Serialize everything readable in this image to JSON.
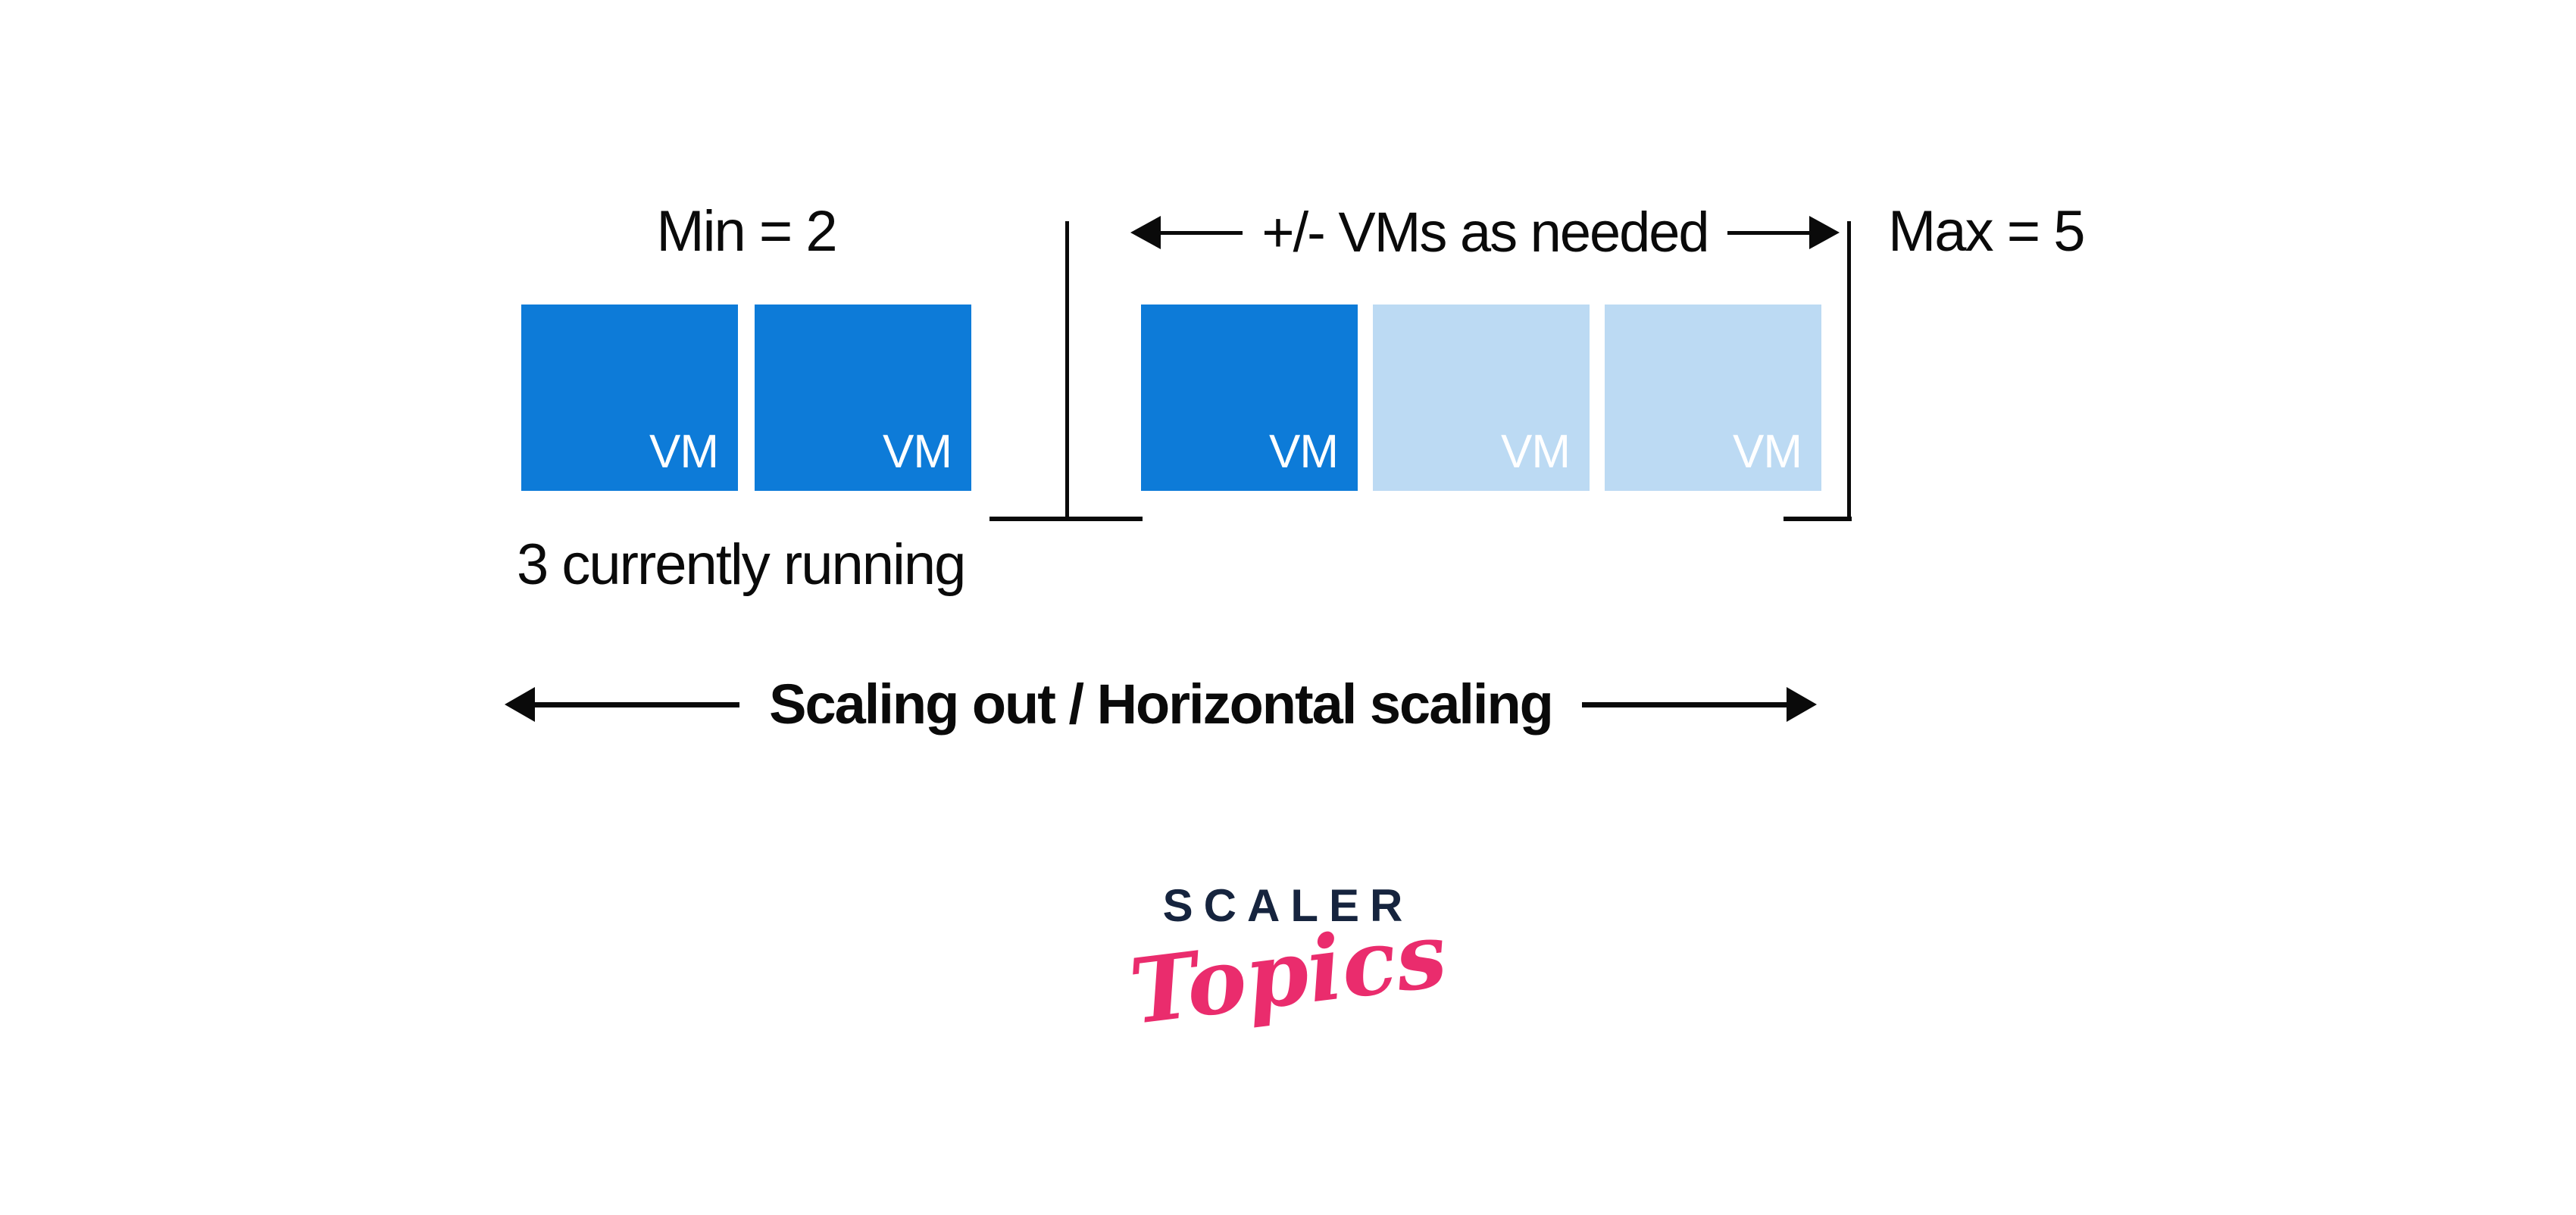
{
  "diagram": {
    "min_label": "Min = 2",
    "adjust_label": "+/- VMs as needed",
    "max_label": "Max = 5",
    "running_label": "3 currently running",
    "scaling_label": "Scaling out / Horizontal scaling",
    "left_group": {
      "description": "minimum VMs currently running",
      "boxes": [
        {
          "label": "VM",
          "state": "running"
        },
        {
          "label": "VM",
          "state": "running"
        }
      ]
    },
    "right_group": {
      "description": "elastic VMs added or removed as needed up to max",
      "boxes": [
        {
          "label": "VM",
          "state": "running"
        },
        {
          "label": "VM",
          "state": "potential"
        },
        {
          "label": "VM",
          "state": "potential"
        }
      ]
    },
    "colors": {
      "vm_running": "#0d7bd8",
      "vm_potential": "#bcdaf3",
      "line": "#0a0a0a",
      "text": "#0a0a0a",
      "background": "#ffffff"
    }
  },
  "logo": {
    "brand": "SCALER",
    "product": "Topics",
    "colors": {
      "brand": "#16243e",
      "product": "#ea2c6d"
    }
  }
}
